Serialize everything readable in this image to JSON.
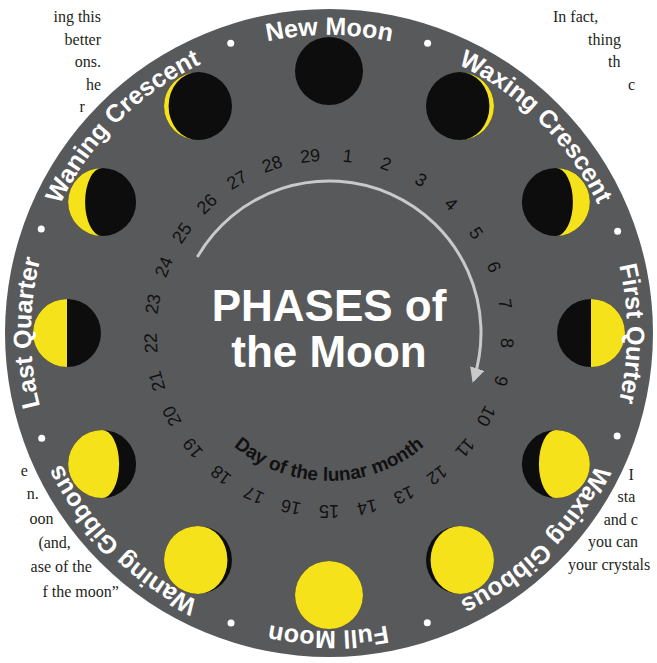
{
  "diagram": {
    "title": "PHASES of the Moon",
    "labels": [
      "New Moon",
      "Waxing Crescent",
      "First Qurter",
      "Waxing Gibbous",
      "Full Moon",
      "Waning Gibbous",
      "Last Quarter",
      "Waning Crescent",
      "1",
      "2",
      "3",
      "4",
      "5",
      "6",
      "7",
      "8",
      "9",
      "10",
      "11",
      "12",
      "13",
      "14",
      "15",
      "16",
      "17",
      "18",
      "19",
      "20",
      "21",
      "22",
      "23",
      "24",
      "25",
      "26",
      "27",
      "28",
      "29",
      "Day of the lunar month",
      "ing this",
      "better",
      "ons.",
      "he",
      "r",
      "e",
      "n.",
      "oon",
      "(and,",
      "ase of the",
      "f the moon”",
      "In fact,",
      "thing",
      "th",
      "c",
      "I",
      "sta",
      "and c",
      "you can",
      "your crystals"
    ]
  }
}
